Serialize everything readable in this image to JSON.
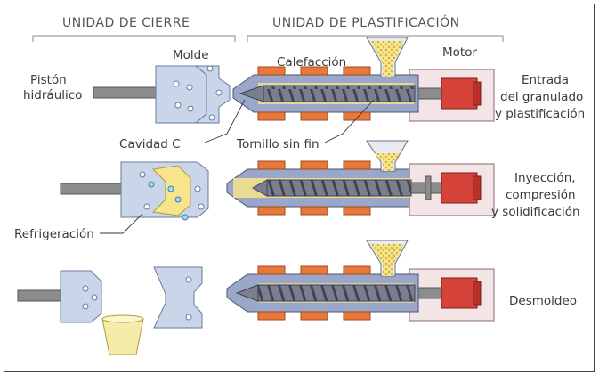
{
  "headers": {
    "closing_unit": "UNIDAD DE CIERRE",
    "plastification_unit": "UNIDAD DE PLASTIFICACIÓN"
  },
  "parts": {
    "piston_line1": "Pistón",
    "piston_line2": "hidráulico",
    "mold": "Molde",
    "heating": "Calefacción",
    "motor": "Motor",
    "cavity": "Cavidad C",
    "screw": "Tornillo sin fin",
    "cooling": "Refrigeración"
  },
  "stages": [
    {
      "line1": "Entrada",
      "line2": "del granulado",
      "line3": "y plastificación"
    },
    {
      "line1": "Inyección,",
      "line2": "compresión",
      "line3": "y solidificación"
    },
    {
      "line1": "Desmoldeo",
      "line2": "",
      "line3": ""
    }
  ],
  "colors": {
    "mold": "#c9d6ea",
    "barrel": "#9aa7c9",
    "heater": "#e8793a",
    "motor": "#d6433a",
    "housing": "#f3e4e6",
    "granulate": "#f6e58c",
    "rod": "#8c8c8c"
  }
}
